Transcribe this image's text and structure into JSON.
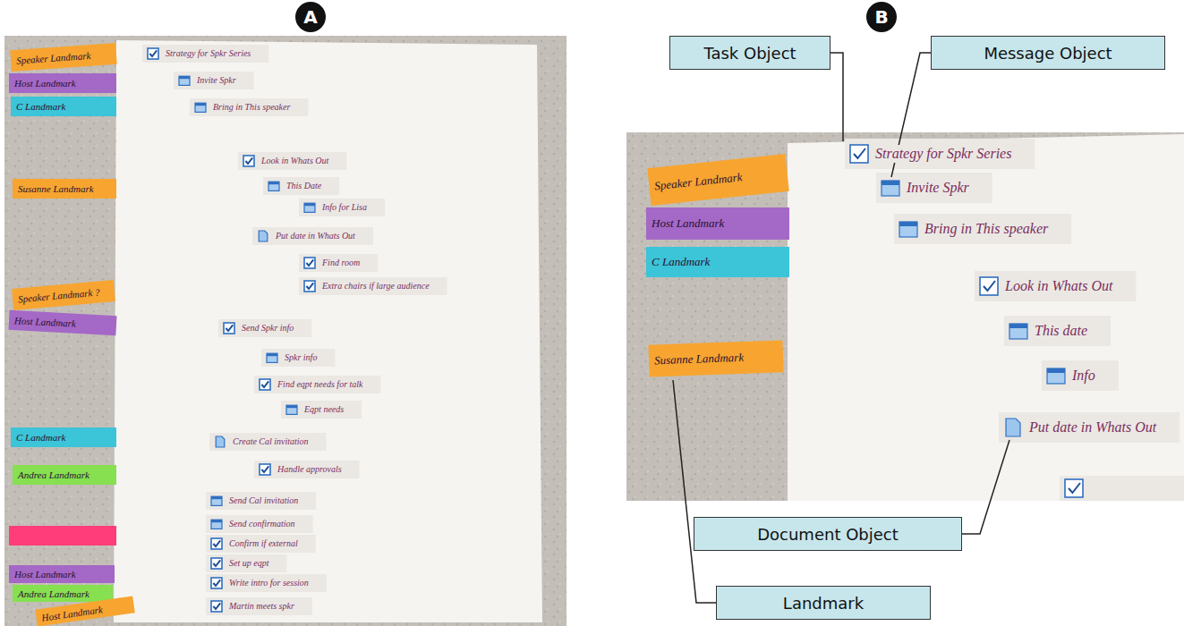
{
  "diagram": {
    "nodes": [
      {
        "text": [
          "A"
        ]
      },
      {
        "text": [
          "Speaker Landmark"
        ]
      },
      {
        "text": [
          "Host Landmark"
        ]
      },
      {
        "text": [
          "C Landmark"
        ]
      },
      {
        "text": [
          "Susanne Landmark"
        ]
      },
      {
        "text": [
          "Speaker Landmark ?"
        ]
      },
      {
        "text": [
          "Host Landmark"
        ]
      },
      {
        "text": [
          "C Landmark"
        ]
      },
      {
        "text": [
          "Andrea Landmark"
        ]
      },
      {
        "text": [
          "Host Landmark"
        ]
      },
      {
        "text": [
          "Andrea Landmark"
        ]
      },
      {
        "text": [
          "Host Landmark"
        ]
      },
      {
        "text": [
          "B"
        ]
      },
      {
        "text": [
          "Task Object"
        ]
      },
      {
        "text": [
          "Message Object"
        ]
      },
      {
        "text": [
          "Speaker Landmark"
        ]
      },
      {
        "text": [
          "Host Landmark"
        ]
      },
      {
        "text": [
          "C Landmark"
        ]
      },
      {
        "text": [
          "Susanne Landmark"
        ]
      },
      {
        "text": [
          "Document Object"
        ]
      },
      {
        "text": [
          "Landmark"
        ]
      }
    ],
    "labels": [
      "Strategy for Spkr Series",
      "Invite Spkr",
      "Bring in This speaker",
      "Look in Whats Out",
      "This Date",
      "Info for Lisa",
      "Put date in Whats Out",
      "Find room",
      "Extra chairs if large audience",
      "Send Spkr info",
      "Spkr info",
      "Find eqpt needs for talk",
      "Eqpt needs",
      "Create Cal invitation",
      "Handle approvals",
      "Send Cal invitation",
      "Send confirmation",
      "Confirm if external",
      "Set up eqpt",
      "Write intro for session",
      "Martin meets spkr",
      "Strategy for Spkr Series",
      "Invite Spkr",
      "Bring in This speaker",
      "Look in Whats Out",
      "This date",
      "Info",
      "Put date in Whats Out"
    ]
  }
}
